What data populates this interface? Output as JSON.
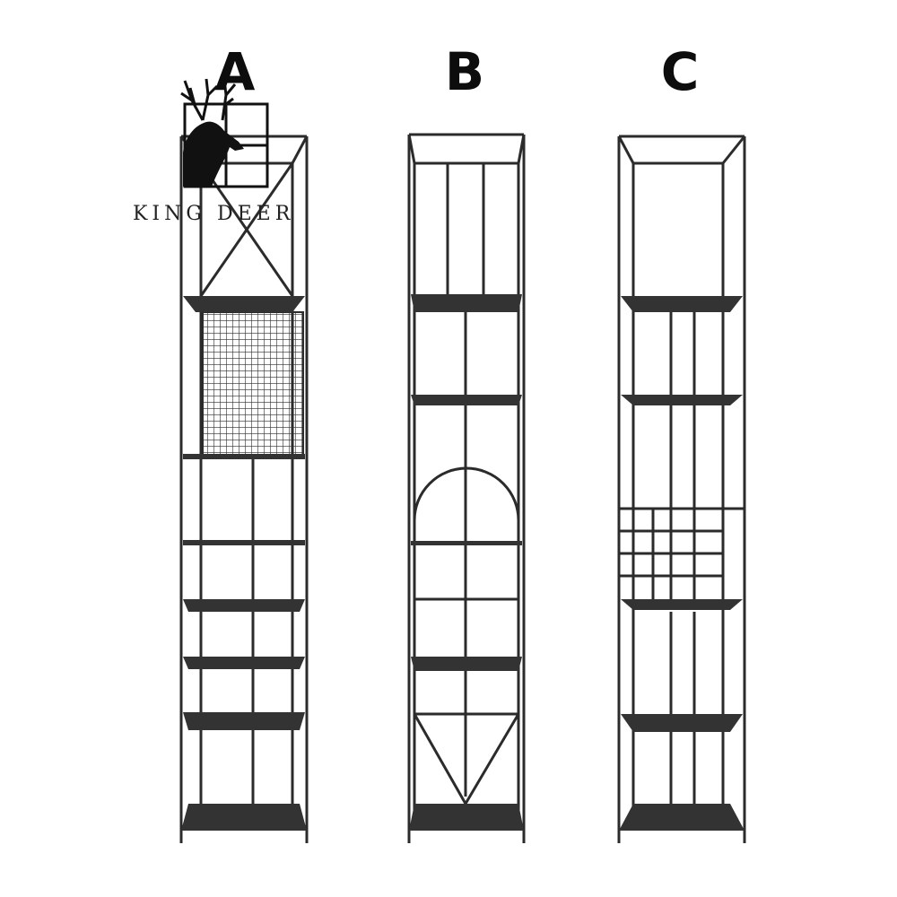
{
  "labels": {
    "a": "A",
    "b": "B",
    "c": "C"
  },
  "brand": {
    "name": "KING DEER"
  },
  "colors": {
    "frame": "#2b2b2b",
    "shelf": "#333333",
    "background": "#ffffff"
  },
  "icons": {
    "logo": "deer-head-icon"
  }
}
